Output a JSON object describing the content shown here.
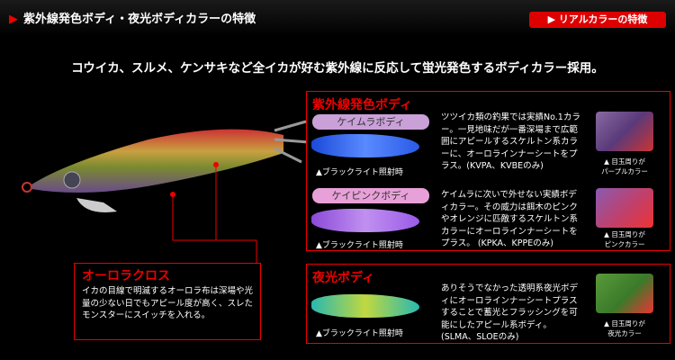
{
  "header": {
    "title": "紫外線発色ボディ・夜光ボディカラーの特徴",
    "real_color_button": "▶ リアルカラーの特徴",
    "accent": "#e00000"
  },
  "tagline": "コウイカ、スルメ、ケンサキなど全イカが好む紫外線に反応して蛍光発色するボディカラー採用。",
  "aurora": {
    "title": "オーロラクロス",
    "text": "イカの目線で明滅するオーロラ布は深場や光量の少ない日でもアピール度が高く、スレたモンスターにスイッチを入れる。"
  },
  "uv": {
    "title": "紫外線発色ボディ",
    "items": [
      {
        "name": "ケイムラボディ",
        "caption": "▲ブラックライト照射時",
        "desc": "ツツイカ類の釣果では実績No.1カラー。一見地味だが一番深場まで広範囲にアピールするスケルトン系カラーに、オーロラインナーシートをプラス。(KVPA、KVBEのみ)",
        "thumb_caption_1": "▲ 目玉周りが",
        "thumb_caption_2": "パープルカラー"
      },
      {
        "name": "ケイピンクボディ",
        "caption": "▲ブラックライト照射時",
        "desc": "ケイムラに次いで外せない実績ボディカラー。その威力は餌木のピンクやオレンジに匹敵するスケルトン系カラーにオーロラインナーシートをプラス。 (KPKA、KPPEのみ)",
        "thumb_caption_1": "▲ 目玉周りが",
        "thumb_caption_2": "ピンクカラー"
      }
    ]
  },
  "glow": {
    "title": "夜光ボディ",
    "caption": "▲ブラックライト照射時",
    "desc": "ありそうでなかった透明系夜光ボディにオーロラインナーシートプラスすることで蓄光とフラッシングを可能にしたアピール系ボディ。(SLMA、SLOEのみ)",
    "thumb_caption_1": "▲ 目玉周りが",
    "thumb_caption_2": "夜光カラー"
  }
}
